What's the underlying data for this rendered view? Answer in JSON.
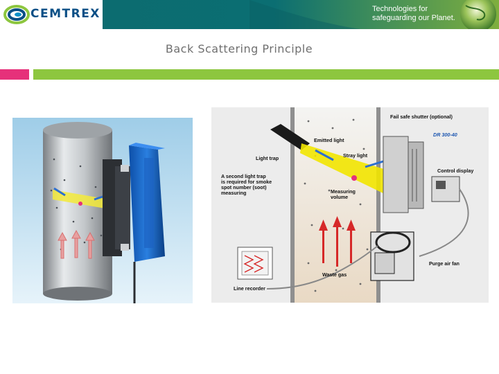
{
  "header": {
    "logo_text": "CEMTREX",
    "tagline_line1": "Technologies for",
    "tagline_line2": "safeguarding our Planet."
  },
  "slide": {
    "title": "Back Scattering Principle"
  },
  "diagram": {
    "labels": {
      "fail_safe": "Fail safe shutter (optional)",
      "model": "DR 300-40",
      "emitted": "Emitted light",
      "stray": "Stray light",
      "light_trap": "Light trap",
      "control_display": "Control display",
      "second_trap_1": "A second light trap",
      "second_trap_2": "is required for smoke",
      "second_trap_3": "spot number (soot)",
      "second_trap_4": "measuring",
      "measuring_1": "Measuring",
      "measuring_2": "volume",
      "purge": "Purge air fan",
      "waste_gas": "Waste gas",
      "line_recorder": "Line recorder"
    }
  }
}
